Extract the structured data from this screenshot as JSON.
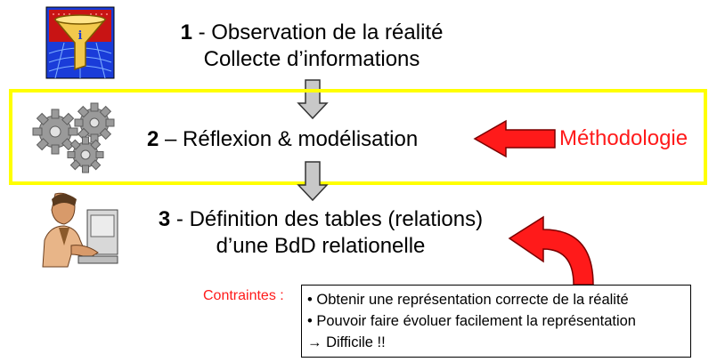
{
  "steps": [
    {
      "number": "1",
      "separator": " - ",
      "lines": [
        "Observation de la réalité",
        "Collecte d’informations"
      ],
      "icon": "funnel-info-icon"
    },
    {
      "number": "2",
      "separator": " – ",
      "lines": [
        "Réflexion & modélisation"
      ],
      "icon": "gears-icon"
    },
    {
      "number": "3",
      "separator": " - ",
      "lines": [
        "Définition des tables (relations)",
        "d’une BdD relationelle"
      ],
      "icon": "person-computer-icon"
    }
  ],
  "methodology_label": "Méthodologie",
  "constraints": {
    "label": "Contraintes :",
    "items": [
      "• Obtenir une représentation correcte de la réalité",
      "• Pouvoir faire évoluer facilement la représentation",
      "→ Difficile !!"
    ]
  },
  "colors": {
    "highlight": "#ffff00",
    "accent_red": "#ff1a1a",
    "arrow_gray": "#c8c8c8",
    "gear_gray": "#9a9a9a"
  }
}
